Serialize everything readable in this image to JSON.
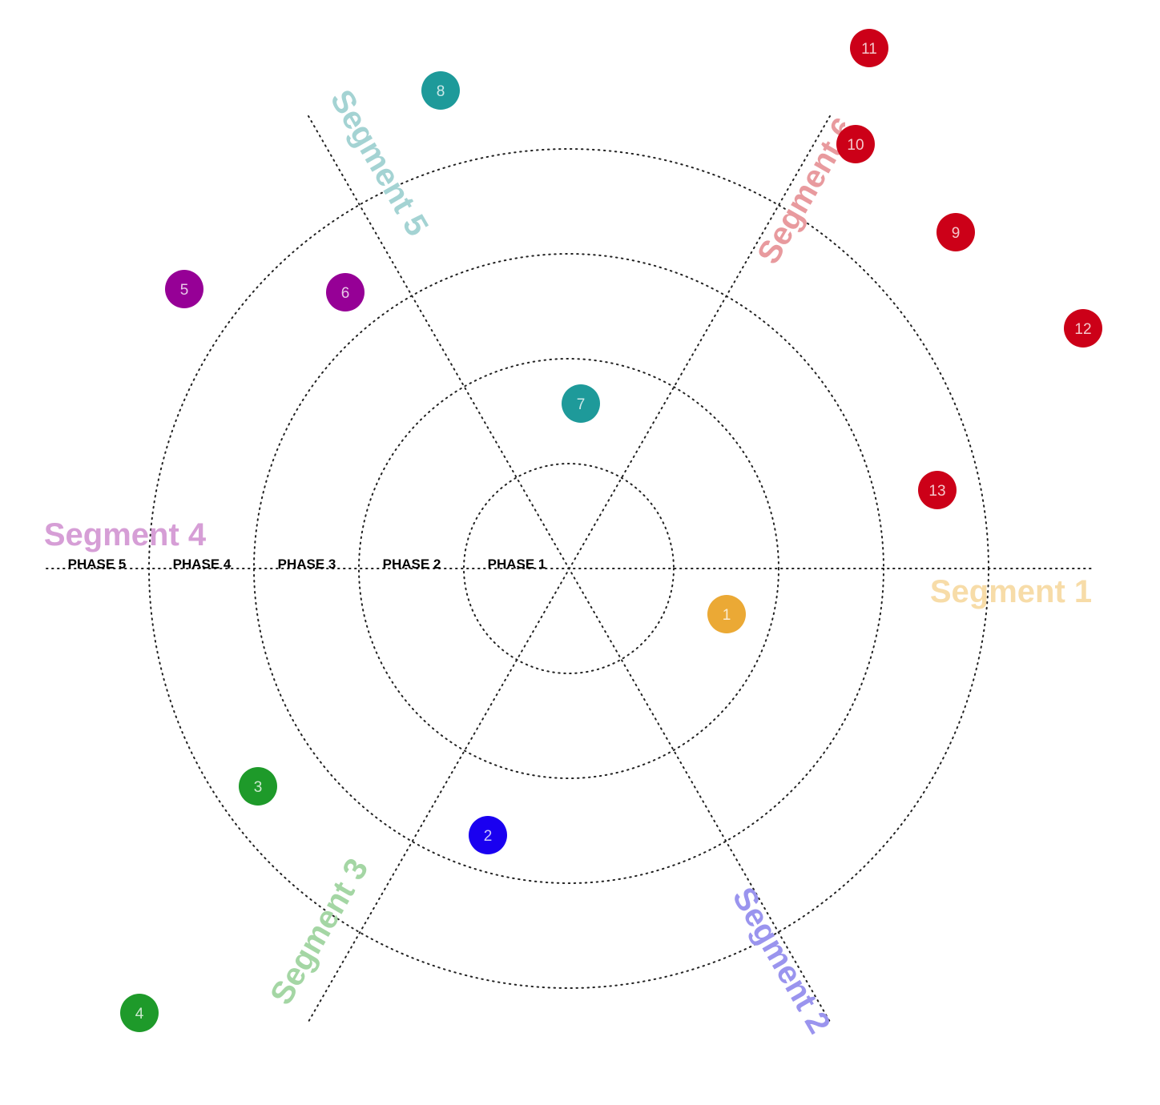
{
  "phases": [
    "PHASE 1",
    "PHASE 2",
    "PHASE 3",
    "PHASE 4",
    "PHASE 5"
  ],
  "segments": [
    {
      "label": "Segment 1",
      "color": "#f7dca8"
    },
    {
      "label": "Segment 2",
      "color": "#9a94ee"
    },
    {
      "label": "Segment 3",
      "color": "#a4d6a4"
    },
    {
      "label": "Segment 4",
      "color": "#d69ed6"
    },
    {
      "label": "Segment 5",
      "color": "#a4d3d3"
    },
    {
      "label": "Segment 6",
      "color": "#e89a9e"
    }
  ],
  "items": [
    {
      "label": "1",
      "color": "#eba935"
    },
    {
      "label": "2",
      "color": "#1a00f0"
    },
    {
      "label": "3",
      "color": "#1e9a2a"
    },
    {
      "label": "4",
      "color": "#1e9a2a"
    },
    {
      "label": "5",
      "color": "#960096"
    },
    {
      "label": "6",
      "color": "#960096"
    },
    {
      "label": "7",
      "color": "#1e9a9a"
    },
    {
      "label": "8",
      "color": "#1e9a9a"
    },
    {
      "label": "9",
      "color": "#cc0018"
    },
    {
      "label": "10",
      "color": "#cc0018"
    },
    {
      "label": "11",
      "color": "#cc0018"
    },
    {
      "label": "12",
      "color": "#cc0018"
    },
    {
      "label": "13",
      "color": "#cc0018"
    }
  ]
}
